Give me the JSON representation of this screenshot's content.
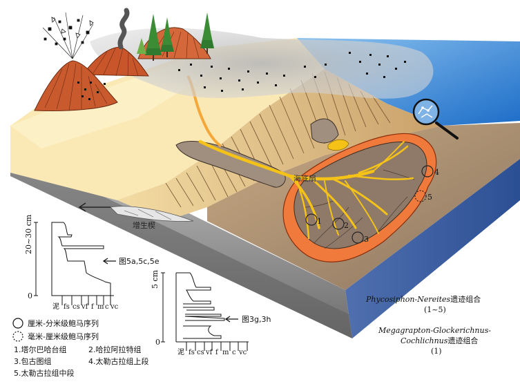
{
  "labels": {
    "submarine_fan": "海底扇",
    "accretionary_wedge": "增生楔",
    "site_1": "1",
    "site_2": "2",
    "site_3": "3",
    "site_4": "4",
    "site_5": "5"
  },
  "column_a": {
    "scale": "20~30 cm",
    "zero": "0",
    "pointer": "图5a,5c,5e",
    "grain_axis": [
      "泥",
      "fs",
      "cs",
      "vf",
      "f",
      "m",
      "c",
      "vc"
    ]
  },
  "column_b": {
    "scale": "5 cm",
    "zero": "0",
    "pointer": "图3g,3h",
    "grain_axis": [
      "泥",
      "fs",
      "cs",
      "vf",
      "f",
      "m",
      "c",
      "vc"
    ]
  },
  "legend": {
    "solid_circle": "厘米-分米级鲍马序列",
    "dashed_circle": "毫米-厘米级鲍马序列",
    "items": [
      "1.塔尔巴哈台组",
      "2.哈拉阿拉特组",
      "3.包古图组",
      "4.太勒古拉组上段",
      "5.太勒古拉组中段"
    ]
  },
  "assemblages": {
    "a1_name": "Phycosiphon-Nereites",
    "a1_suffix": "遗迹组合",
    "a1_range": "(1~5)",
    "a2_line1": "Megagrapton-Glockerichnus-",
    "a2_line2": "Cochlichnus",
    "a2_suffix": "遗迹组合",
    "a2_range": "(1)"
  },
  "colors": {
    "ocean": "#2f7fd1",
    "shelf": "#fbe9b5",
    "slope": "#e3bd7a",
    "fan_outer": "#f07a3c",
    "fan_inner": "#8f7a6a",
    "channel": "#f5c317",
    "basin_floor": "#a89278",
    "block_front": "#8f8f8f",
    "block_right": "#6a7fae",
    "volcano": "#d4683a",
    "ash_cloud": "#c9c9c9"
  }
}
